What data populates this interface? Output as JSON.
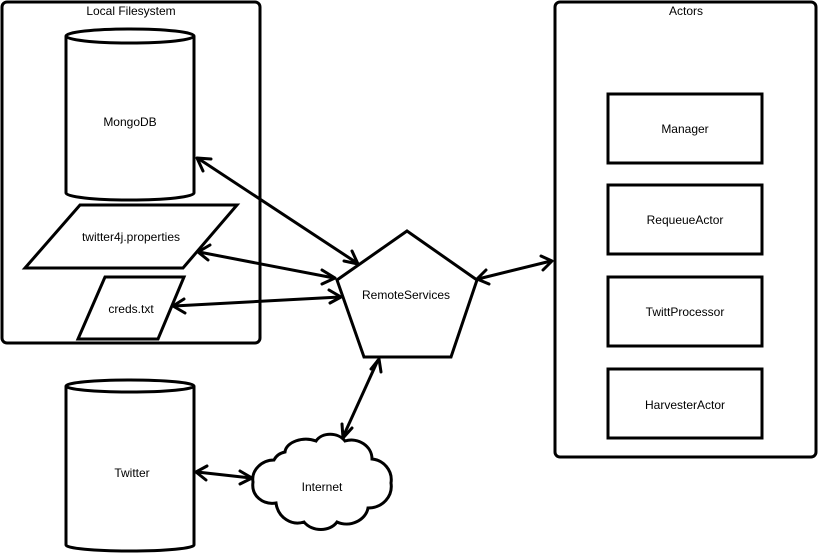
{
  "diagram": {
    "groups": {
      "local_filesystem": {
        "label": "Local Filesystem"
      },
      "actors": {
        "label": "Actors"
      }
    },
    "nodes": {
      "mongodb": {
        "label": "MongoDB",
        "shape": "cylinder"
      },
      "twitter4j_properties": {
        "label": "twitter4j.properties",
        "shape": "parallelogram"
      },
      "creds_txt": {
        "label": "creds.txt",
        "shape": "parallelogram"
      },
      "remote_services": {
        "label": "RemoteServices",
        "shape": "pentagon"
      },
      "manager": {
        "label": "Manager",
        "shape": "rectangle"
      },
      "requeue_actor": {
        "label": "RequeueActor",
        "shape": "rectangle"
      },
      "twitt_processor": {
        "label": "TwittProcessor",
        "shape": "rectangle"
      },
      "harvester_actor": {
        "label": "HarvesterActor",
        "shape": "rectangle"
      },
      "twitter": {
        "label": "Twitter",
        "shape": "cylinder"
      },
      "internet": {
        "label": "Internet",
        "shape": "cloud"
      }
    },
    "edges": [
      {
        "from": "mongodb",
        "to": "remote_services",
        "direction": "bidirectional"
      },
      {
        "from": "twitter4j_properties",
        "to": "remote_services",
        "direction": "bidirectional"
      },
      {
        "from": "creds_txt",
        "to": "remote_services",
        "direction": "bidirectional"
      },
      {
        "from": "remote_services",
        "to": "actors",
        "direction": "bidirectional"
      },
      {
        "from": "remote_services",
        "to": "internet",
        "direction": "bidirectional"
      },
      {
        "from": "twitter",
        "to": "internet",
        "direction": "bidirectional"
      }
    ]
  }
}
